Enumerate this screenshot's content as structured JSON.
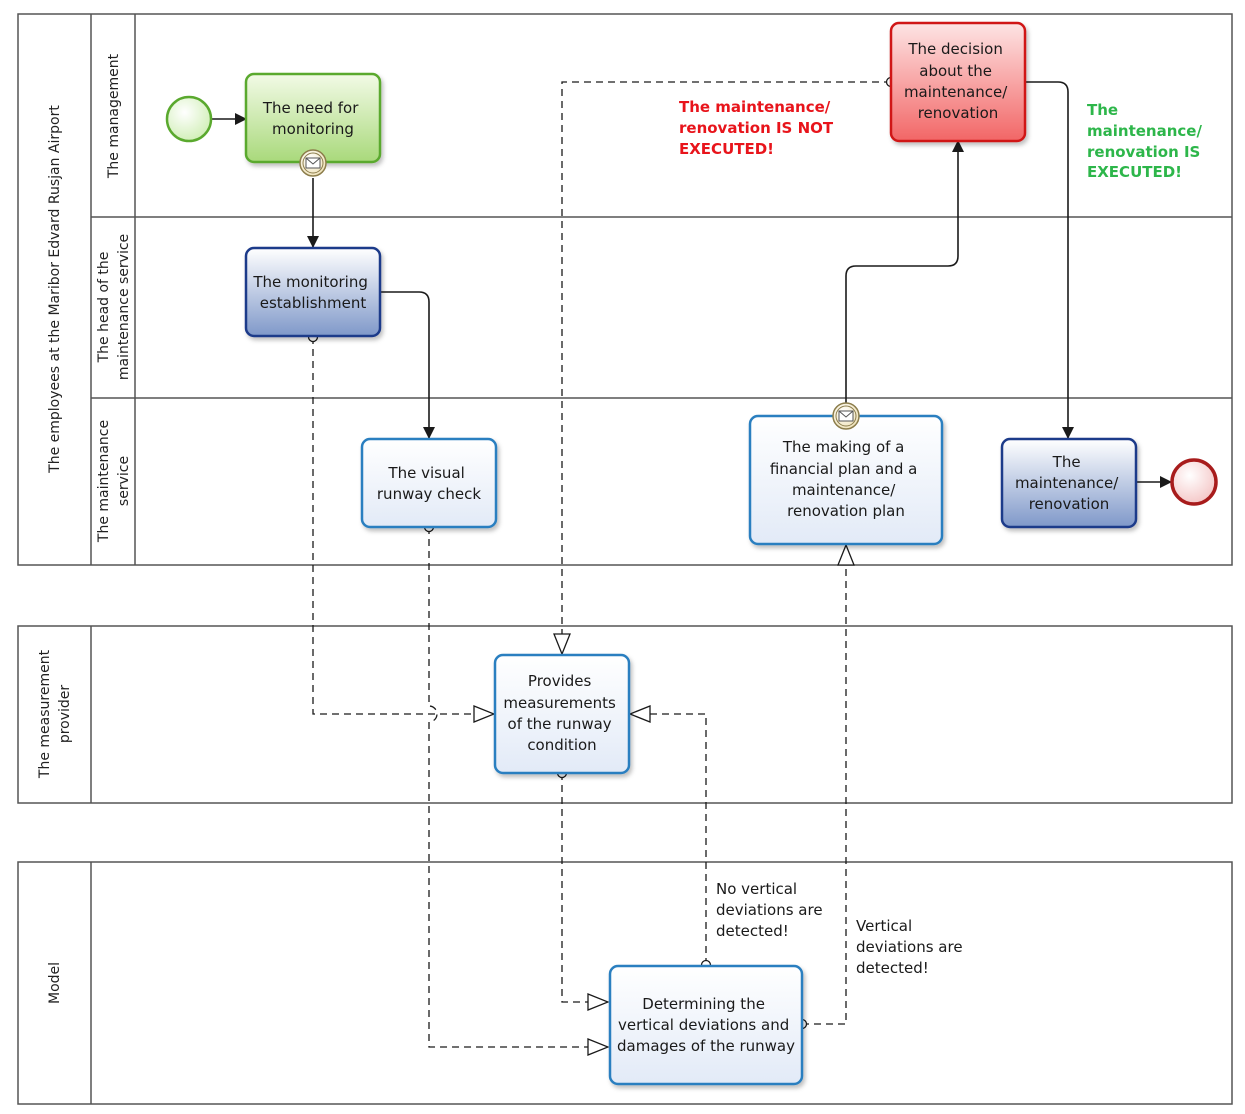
{
  "pools": [
    {
      "id": "employees",
      "label": "The employees at the Maribor Edvard Rusjan Airport",
      "lanes": [
        {
          "id": "management",
          "label": [
            "The management"
          ]
        },
        {
          "id": "head",
          "label": [
            "The head of the",
            "maintenance service"
          ]
        },
        {
          "id": "service",
          "label": [
            "The maintenance",
            "service"
          ]
        }
      ]
    },
    {
      "id": "provider",
      "label": [
        "The measurement",
        "provider"
      ]
    },
    {
      "id": "model",
      "label": [
        "Model"
      ]
    }
  ],
  "tasks": [
    {
      "id": "need",
      "lines": [
        "The need for",
        "monitoring"
      ],
      "style": "green",
      "message_marker": true
    },
    {
      "id": "establish",
      "lines": [
        "The monitoring",
        "establishment"
      ],
      "style": "blue"
    },
    {
      "id": "visual",
      "lines": [
        "The visual",
        "runway check"
      ],
      "style": "light"
    },
    {
      "id": "decision",
      "lines": [
        "The decision",
        "about the",
        "maintenance/",
        "renovation"
      ],
      "style": "red"
    },
    {
      "id": "financial",
      "lines": [
        "The making of a",
        "financial plan and a",
        "maintenance/",
        "renovation plan"
      ],
      "style": "light",
      "message_marker": true
    },
    {
      "id": "maint",
      "lines": [
        "The",
        "maintenance/",
        "renovation"
      ],
      "style": "blue"
    },
    {
      "id": "provides",
      "lines": [
        "Provides",
        "measurements",
        "of the runway",
        "condition"
      ],
      "style": "light"
    },
    {
      "id": "determine",
      "lines": [
        "Determining the",
        "vertical deviations and",
        "damages of the runway"
      ],
      "style": "light"
    }
  ],
  "annotations": {
    "not_executed": [
      "The maintenance/",
      "renovation IS NOT",
      "EXECUTED!"
    ],
    "executed": [
      "The",
      "maintenance/",
      "renovation IS",
      "EXECUTED!"
    ],
    "no_deviations": [
      "No vertical",
      "deviations are",
      "detected!"
    ],
    "deviations": [
      "Vertical",
      "deviations are",
      "detected!"
    ]
  },
  "colors": {
    "pool_border": "#555555",
    "flow": "#1a1a1a",
    "not_executed": "#e8141b",
    "executed": "#2db64a",
    "task_blue_border": "#1f3a8a",
    "task_light_border": "#2a7fc0",
    "task_green_border": "#5aa92e",
    "task_red_border": "#d01818"
  }
}
